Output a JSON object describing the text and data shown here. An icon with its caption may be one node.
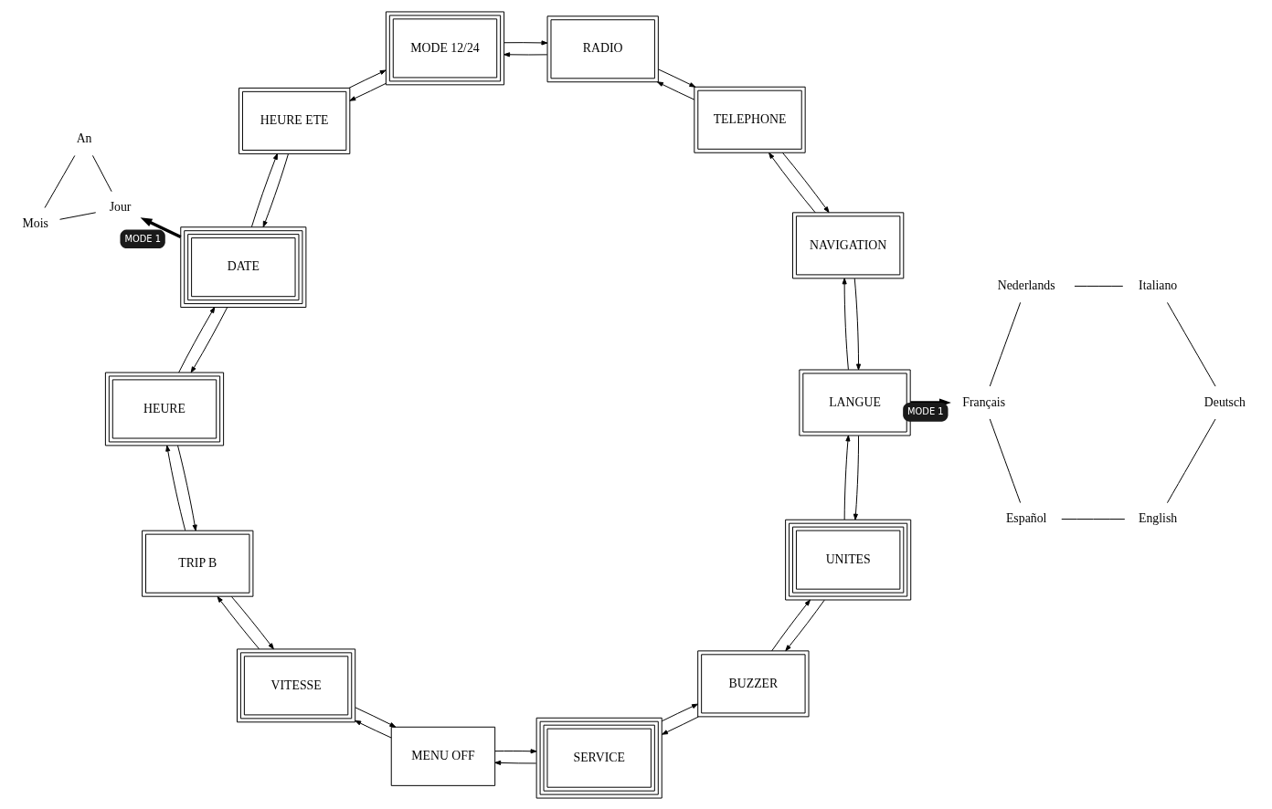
{
  "diagram": {
    "nodes": [
      {
        "text": [
          "MENU OFF"
        ]
      },
      {
        "text": [
          "VITESSE"
        ]
      },
      {
        "text": [
          "TRIP B"
        ]
      },
      {
        "text": [
          "HEURE"
        ]
      },
      {
        "text": [
          "DATE"
        ]
      },
      {
        "text": [
          "HEURE ETE"
        ]
      },
      {
        "text": [
          "MODE 12/24"
        ]
      },
      {
        "text": [
          "RADIO"
        ]
      },
      {
        "text": [
          "TELEPHONE"
        ]
      },
      {
        "text": [
          "NAVIGATION"
        ]
      },
      {
        "text": [
          "LANGUE"
        ]
      },
      {
        "text": [
          "UNITES"
        ]
      },
      {
        "text": [
          "BUZZER"
        ]
      },
      {
        "text": [
          "SERVICE"
        ]
      },
      {
        "text": [
          "Italiano"
        ]
      },
      {
        "text": [
          "Deutsch"
        ]
      },
      {
        "text": [
          "English"
        ]
      },
      {
        "text": [
          "Español"
        ]
      },
      {
        "text": [
          "Français"
        ]
      },
      {
        "text": [
          "Nederlands"
        ]
      },
      {
        "text": [
          "Jour"
        ]
      },
      {
        "text": [
          "Mois"
        ]
      },
      {
        "text": [
          "An"
        ]
      }
    ],
    "edges": [
      {
        "from": 0,
        "to": 1,
        "arrow": "to"
      },
      {
        "from": 1,
        "to": 0,
        "arrow": "to"
      },
      {
        "from": 1,
        "to": 2,
        "arrow": "to"
      },
      {
        "from": 2,
        "to": 1,
        "arrow": "to"
      },
      {
        "from": 2,
        "to": 3,
        "arrow": "to"
      },
      {
        "from": 3,
        "to": 2,
        "arrow": "to"
      },
      {
        "from": 3,
        "to": 4,
        "arrow": "to"
      },
      {
        "from": 4,
        "to": 3,
        "arrow": "to"
      },
      {
        "from": 4,
        "to": 5,
        "arrow": "to"
      },
      {
        "from": 5,
        "to": 4,
        "arrow": "to"
      },
      {
        "from": 5,
        "to": 6,
        "arrow": "to"
      },
      {
        "from": 6,
        "to": 5,
        "arrow": "to"
      },
      {
        "from": 6,
        "to": 7,
        "arrow": "to"
      },
      {
        "from": 7,
        "to": 6,
        "arrow": "to"
      },
      {
        "from": 7,
        "to": 8,
        "arrow": "to"
      },
      {
        "from": 8,
        "to": 7,
        "arrow": "to"
      },
      {
        "from": 8,
        "to": 9,
        "arrow": "to"
      },
      {
        "from": 9,
        "to": 8,
        "arrow": "to"
      },
      {
        "from": 9,
        "to": 10,
        "arrow": "to"
      },
      {
        "from": 10,
        "to": 9,
        "arrow": "to"
      },
      {
        "from": 10,
        "to": 11,
        "arrow": "to"
      },
      {
        "from": 11,
        "to": 10,
        "arrow": "to"
      },
      {
        "from": 11,
        "to": 12,
        "arrow": "to"
      },
      {
        "from": 12,
        "to": 11,
        "arrow": "to"
      },
      {
        "from": 12,
        "to": 13,
        "arrow": "to"
      },
      {
        "from": 13,
        "to": 12,
        "arrow": "to"
      },
      {
        "from": 13,
        "to": 0,
        "arrow": "to"
      },
      {
        "from": 0,
        "to": 13,
        "arrow": "to"
      },
      {
        "from": 10,
        "to": 18,
        "arrow": "to",
        "label": "MODE 1",
        "style": "thick"
      },
      {
        "from": 14,
        "to": 15,
        "arrow": "none"
      },
      {
        "from": 15,
        "to": 16,
        "arrow": "none"
      },
      {
        "from": 16,
        "to": 17,
        "arrow": "none"
      },
      {
        "from": 17,
        "to": 18,
        "arrow": "none"
      },
      {
        "from": 18,
        "to": 19,
        "arrow": "none"
      },
      {
        "from": 19,
        "to": 14,
        "arrow": "none"
      },
      {
        "from": 4,
        "to": 20,
        "arrow": "to",
        "label": "MODE 1",
        "style": "thick"
      },
      {
        "from": 20,
        "to": 21,
        "arrow": "none"
      },
      {
        "from": 21,
        "to": 22,
        "arrow": "none"
      },
      {
        "from": 22,
        "to": 20,
        "arrow": "none"
      }
    ]
  }
}
